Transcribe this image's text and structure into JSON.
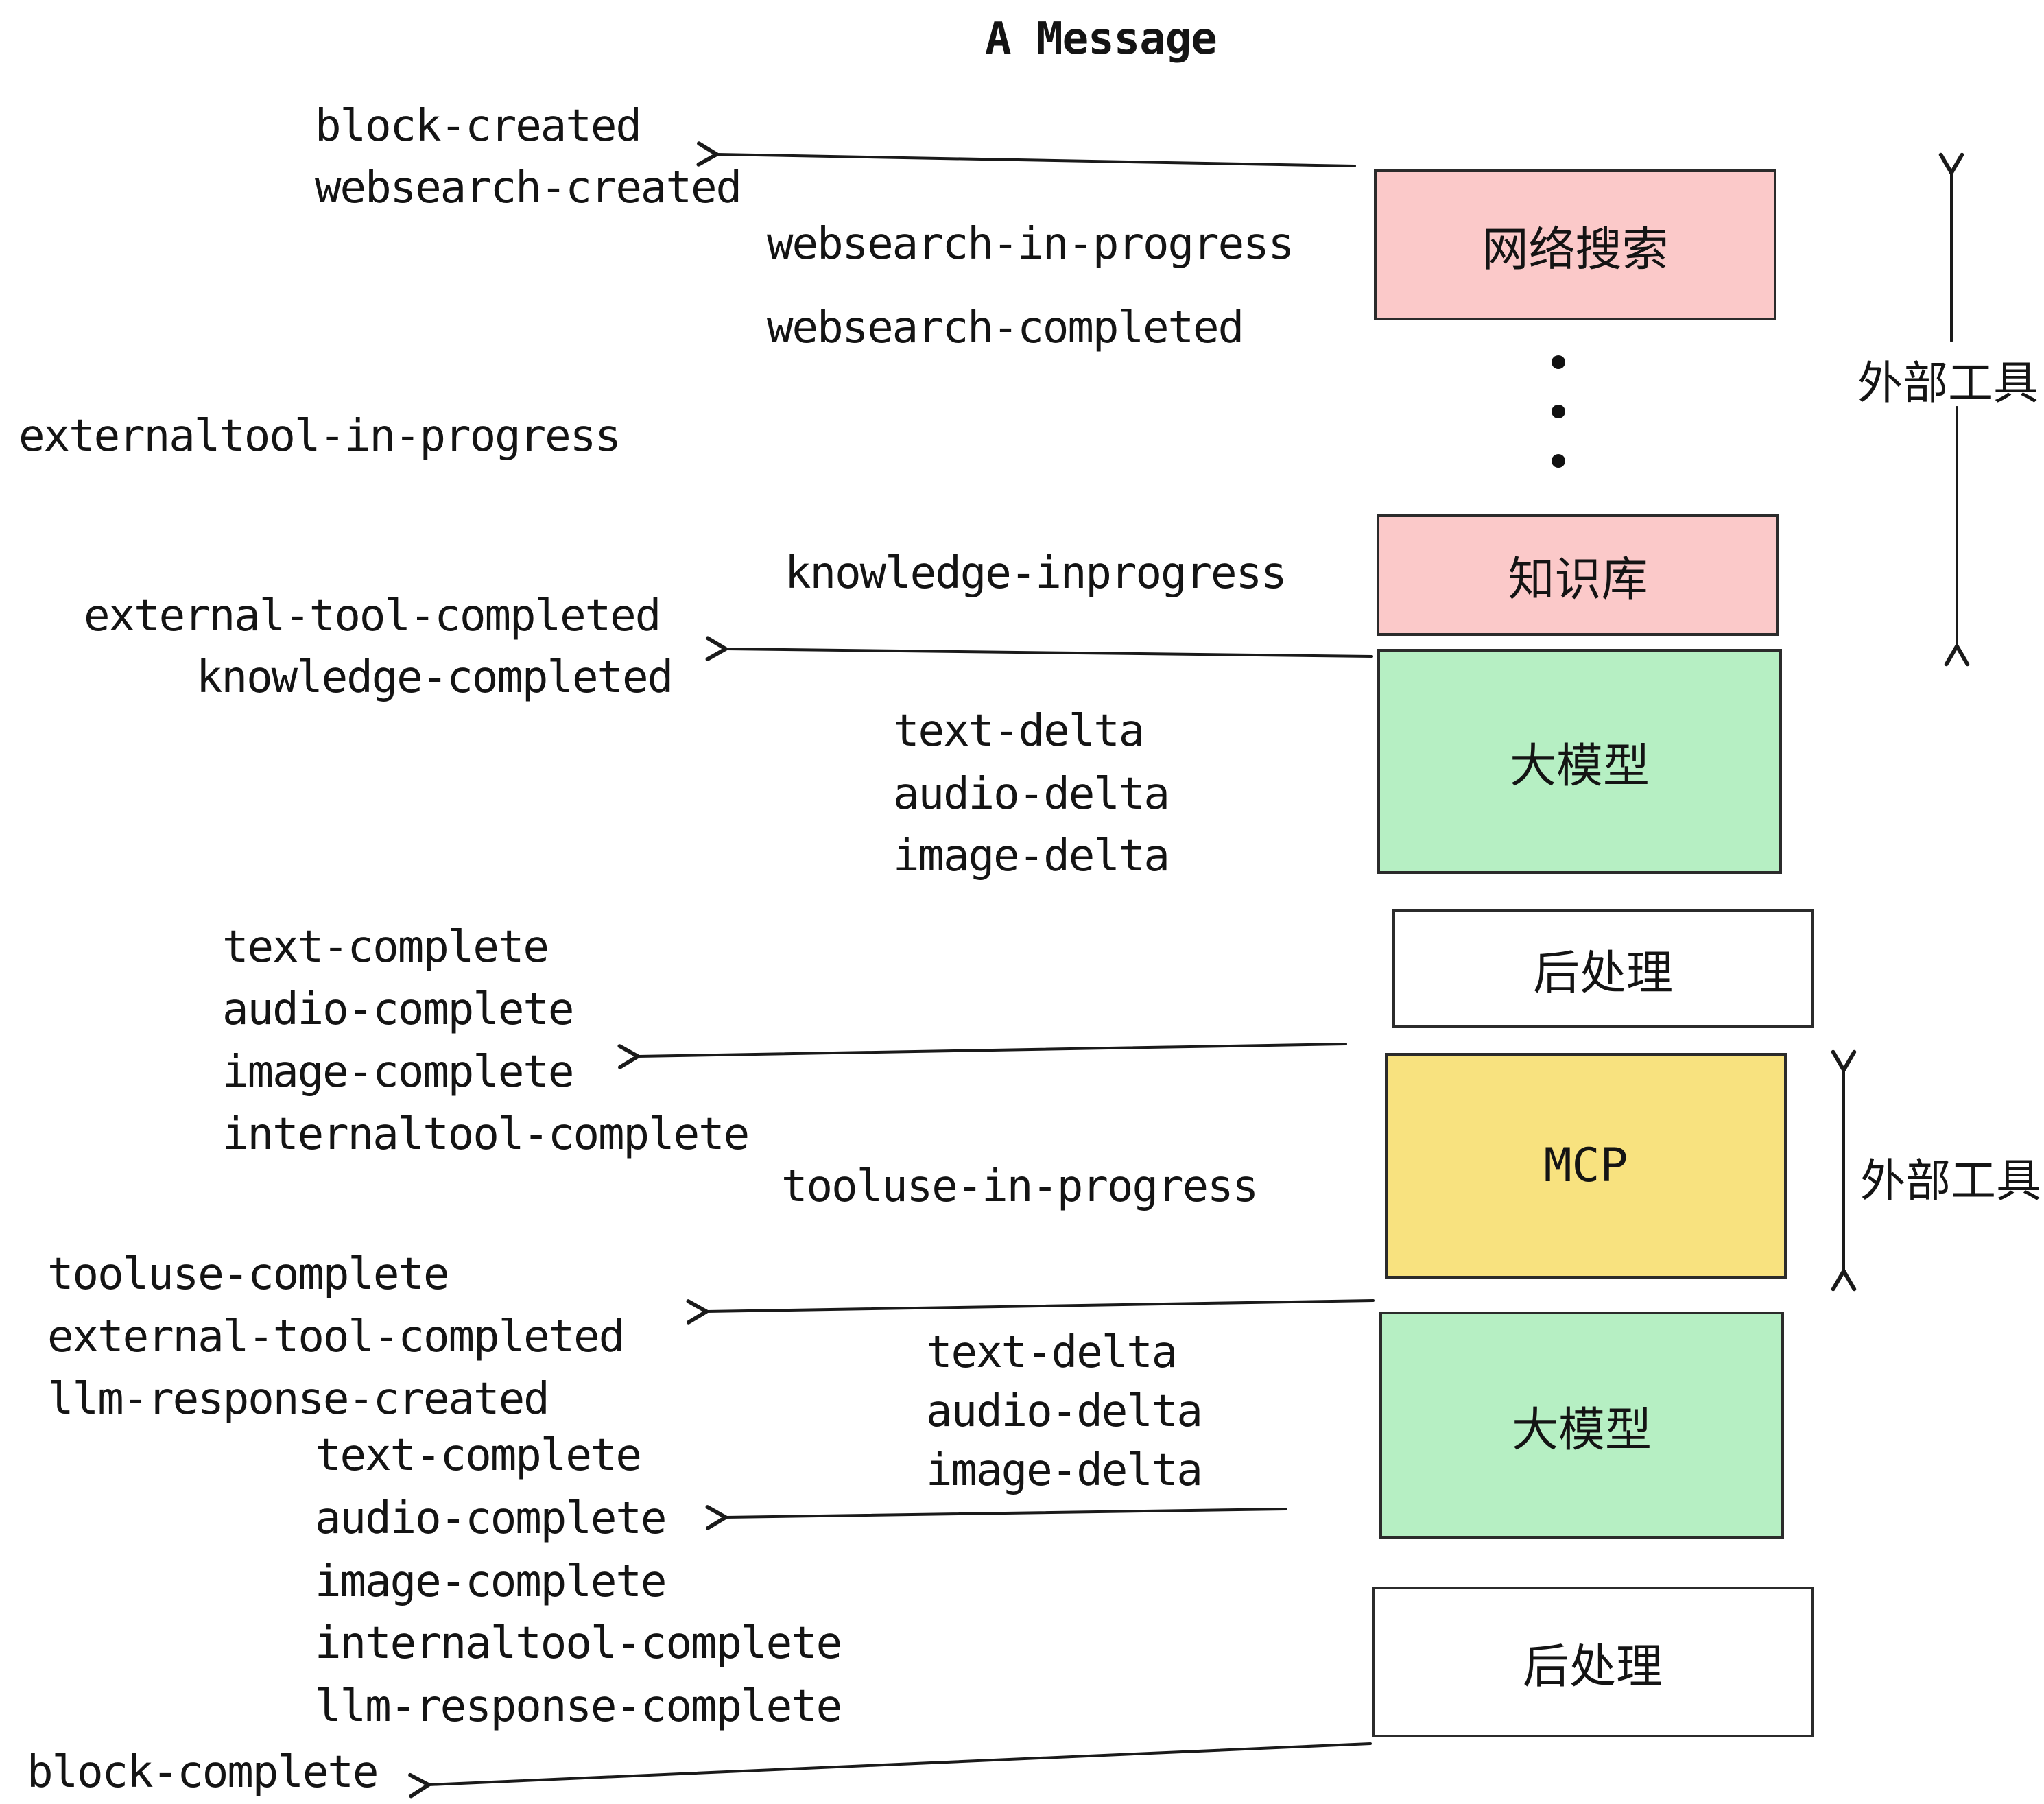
{
  "title": "A Message",
  "events": {
    "block_created": "block-created",
    "websearch_created": "websearch-created",
    "websearch_in_progress": "websearch-in-progress",
    "websearch_completed": "websearch-completed",
    "externaltool_in_progress": "externaltool-in-progress",
    "knowledge_inprogress": "knowledge-inprogress",
    "external_tool_completed_1": "external-tool-completed",
    "knowledge_completed": "knowledge-completed",
    "text_delta_1": "text-delta",
    "audio_delta_1": "audio-delta",
    "image_delta_1": "image-delta",
    "text_complete_1": "text-complete",
    "audio_complete_1": "audio-complete",
    "image_complete_1": "image-complete",
    "internaltool_complete_1": "internaltool-complete",
    "tooluse_in_progress": "tooluse-in-progress",
    "tooluse_complete": "tooluse-complete",
    "external_tool_completed_2": "external-tool-completed",
    "llm_response_created": "llm-response-created",
    "text_delta_2": "text-delta",
    "audio_delta_2": "audio-delta",
    "image_delta_2": "image-delta",
    "text_complete_2": "text-complete",
    "audio_complete_2": "audio-complete",
    "image_complete_2": "image-complete",
    "internaltool_complete_2": "internaltool-complete",
    "llm_response_complete": "llm-response-complete",
    "block_complete": "block-complete"
  },
  "boxes": {
    "websearch": {
      "label": "网络搜索",
      "color": "#fbc9c9"
    },
    "knowledge": {
      "label": "知识库",
      "color": "#fbc9c9"
    },
    "llm1": {
      "label": "大模型",
      "color": "#b6efc3"
    },
    "post1": {
      "label": "后处理",
      "color": "#ffffff"
    },
    "mcp": {
      "label": "MCP",
      "color": "#f8e27f"
    },
    "llm2": {
      "label": "大模型",
      "color": "#b6efc3"
    },
    "post2": {
      "label": "后处理",
      "color": "#ffffff"
    }
  },
  "annotations": {
    "external_tools_top": "外部工具",
    "external_tools_bottom": "外部工具"
  },
  "colors": {
    "pink": "#fbc9c9",
    "green": "#b6efc3",
    "yellow": "#f8e27f",
    "white": "#ffffff",
    "ink": "#1a1a1a"
  }
}
